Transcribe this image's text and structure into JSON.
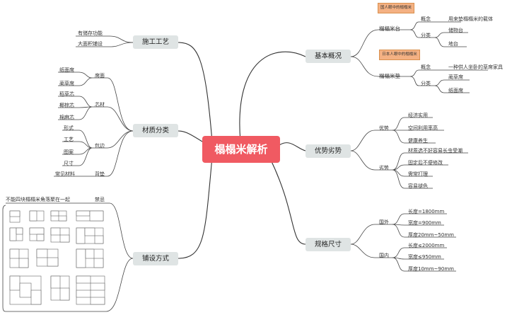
{
  "center": "榻榻米解析",
  "branches": {
    "basic": "基本概况",
    "pros_cons": "优势劣势",
    "size": "规格尺寸",
    "craft": "施工工艺",
    "material": "材质分类",
    "laying": "铺设方式"
  },
  "basic": {
    "platform": {
      "label": "榻榻米台",
      "note": "国人眼中的榻榻米",
      "concept_label": "概念",
      "concept": "用来垫榻榻米的载体",
      "class_label": "分类",
      "classes": [
        "储物台",
        "地台"
      ]
    },
    "mat": {
      "label": "榻榻米垫",
      "note": "日本人眼中的榻榻米",
      "concept_label": "概念",
      "concept": "一种供人坐卧的草席家具",
      "class_label": "分类",
      "classes": [
        "蔺草席",
        "纸面席"
      ]
    }
  },
  "pros_cons": {
    "pros_label": "优势",
    "pros": [
      "经济实用",
      "空间利用率高",
      "健康养生"
    ],
    "cons_label": "劣势",
    "cons": [
      "材质选不好容易长虫受潮",
      "固定后不便修改",
      "需常打理",
      "容易褪色"
    ]
  },
  "size": {
    "foreign_label": "国外",
    "foreign": [
      "长度=1800mm",
      "宽度=900mm",
      "厚度20mm~50mm"
    ],
    "domestic_label": "国内",
    "domestic": [
      "长度≤2000mm",
      "宽度≤950mm",
      "厚度10mm~90mm"
    ]
  },
  "craft": {
    "items": [
      "有储存功能",
      "大面积铺设"
    ]
  },
  "material": {
    "mat_label": "席面",
    "mats": [
      "纸面席",
      "蔺草席"
    ],
    "core_label": "芯材",
    "cores": [
      "稻草芯",
      "椰棕芯",
      "棉麻芯"
    ],
    "edge_label": "包边",
    "edges": [
      "形式",
      "工艺",
      "图案",
      "尺寸"
    ],
    "backing_label": "背垫",
    "backing": "常见材料"
  },
  "laying": {
    "taboo_label": "禁忌",
    "taboo": "不能四块榻榻米角落聚在一起"
  },
  "colors": {
    "center": "#f05a62",
    "branch": "#dfe4e4",
    "note": "#f4b183",
    "line": "#333333"
  }
}
